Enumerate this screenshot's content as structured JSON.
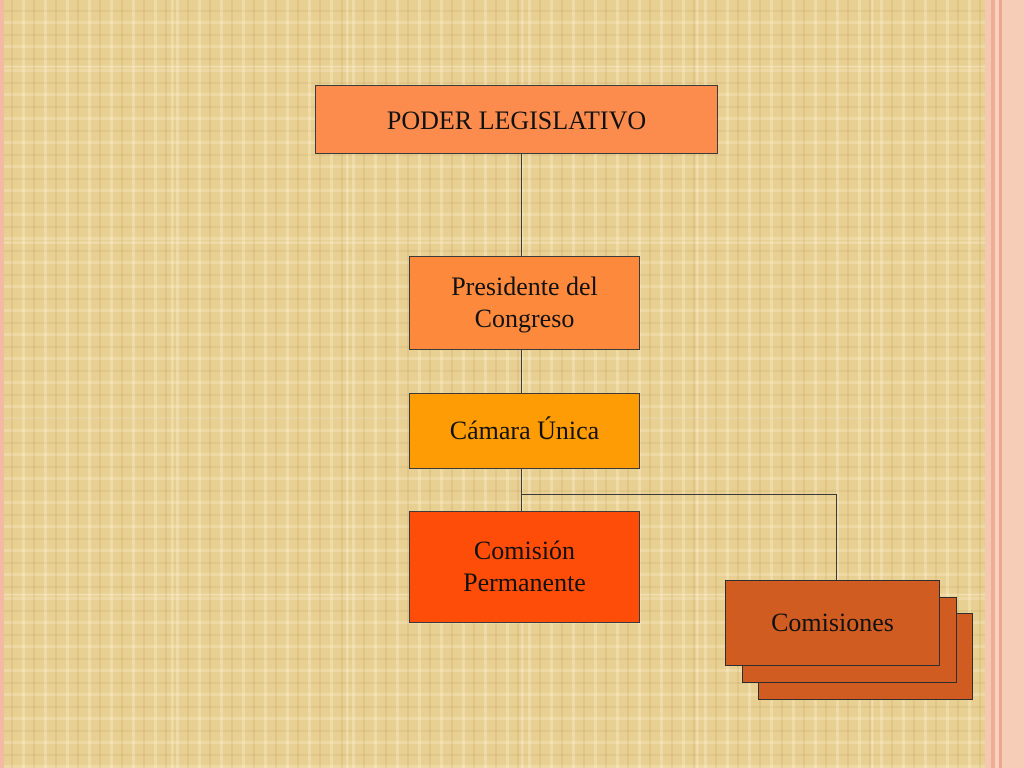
{
  "diagram": {
    "nodes": {
      "poder_legislativo": {
        "label": "PODER LEGISLATIVO",
        "fill": "#fc8b4e"
      },
      "presidente_congreso": {
        "label_line1": "Presidente del",
        "label_line2": "Congreso",
        "fill": "#fd8a3c"
      },
      "camara_unica": {
        "label": "Cámara Única",
        "fill": "#fe9c06"
      },
      "comision_permanente": {
        "label_line1": "Comisión",
        "label_line2": "Permanente",
        "fill": "#fe4d09"
      },
      "comisiones": {
        "label": "Comisiones",
        "fill": "#d15c21"
      }
    },
    "edges": [
      {
        "from": "poder_legislativo",
        "to": "presidente_congreso"
      },
      {
        "from": "presidente_congreso",
        "to": "camara_unica"
      },
      {
        "from": "camara_unica",
        "to": "comision_permanente"
      },
      {
        "from": "camara_unica",
        "to": "comisiones"
      }
    ],
    "line_color": "#3a3a3a",
    "background_color": "#e8cf92",
    "accent_stripe_color": "#f3b9a3"
  }
}
